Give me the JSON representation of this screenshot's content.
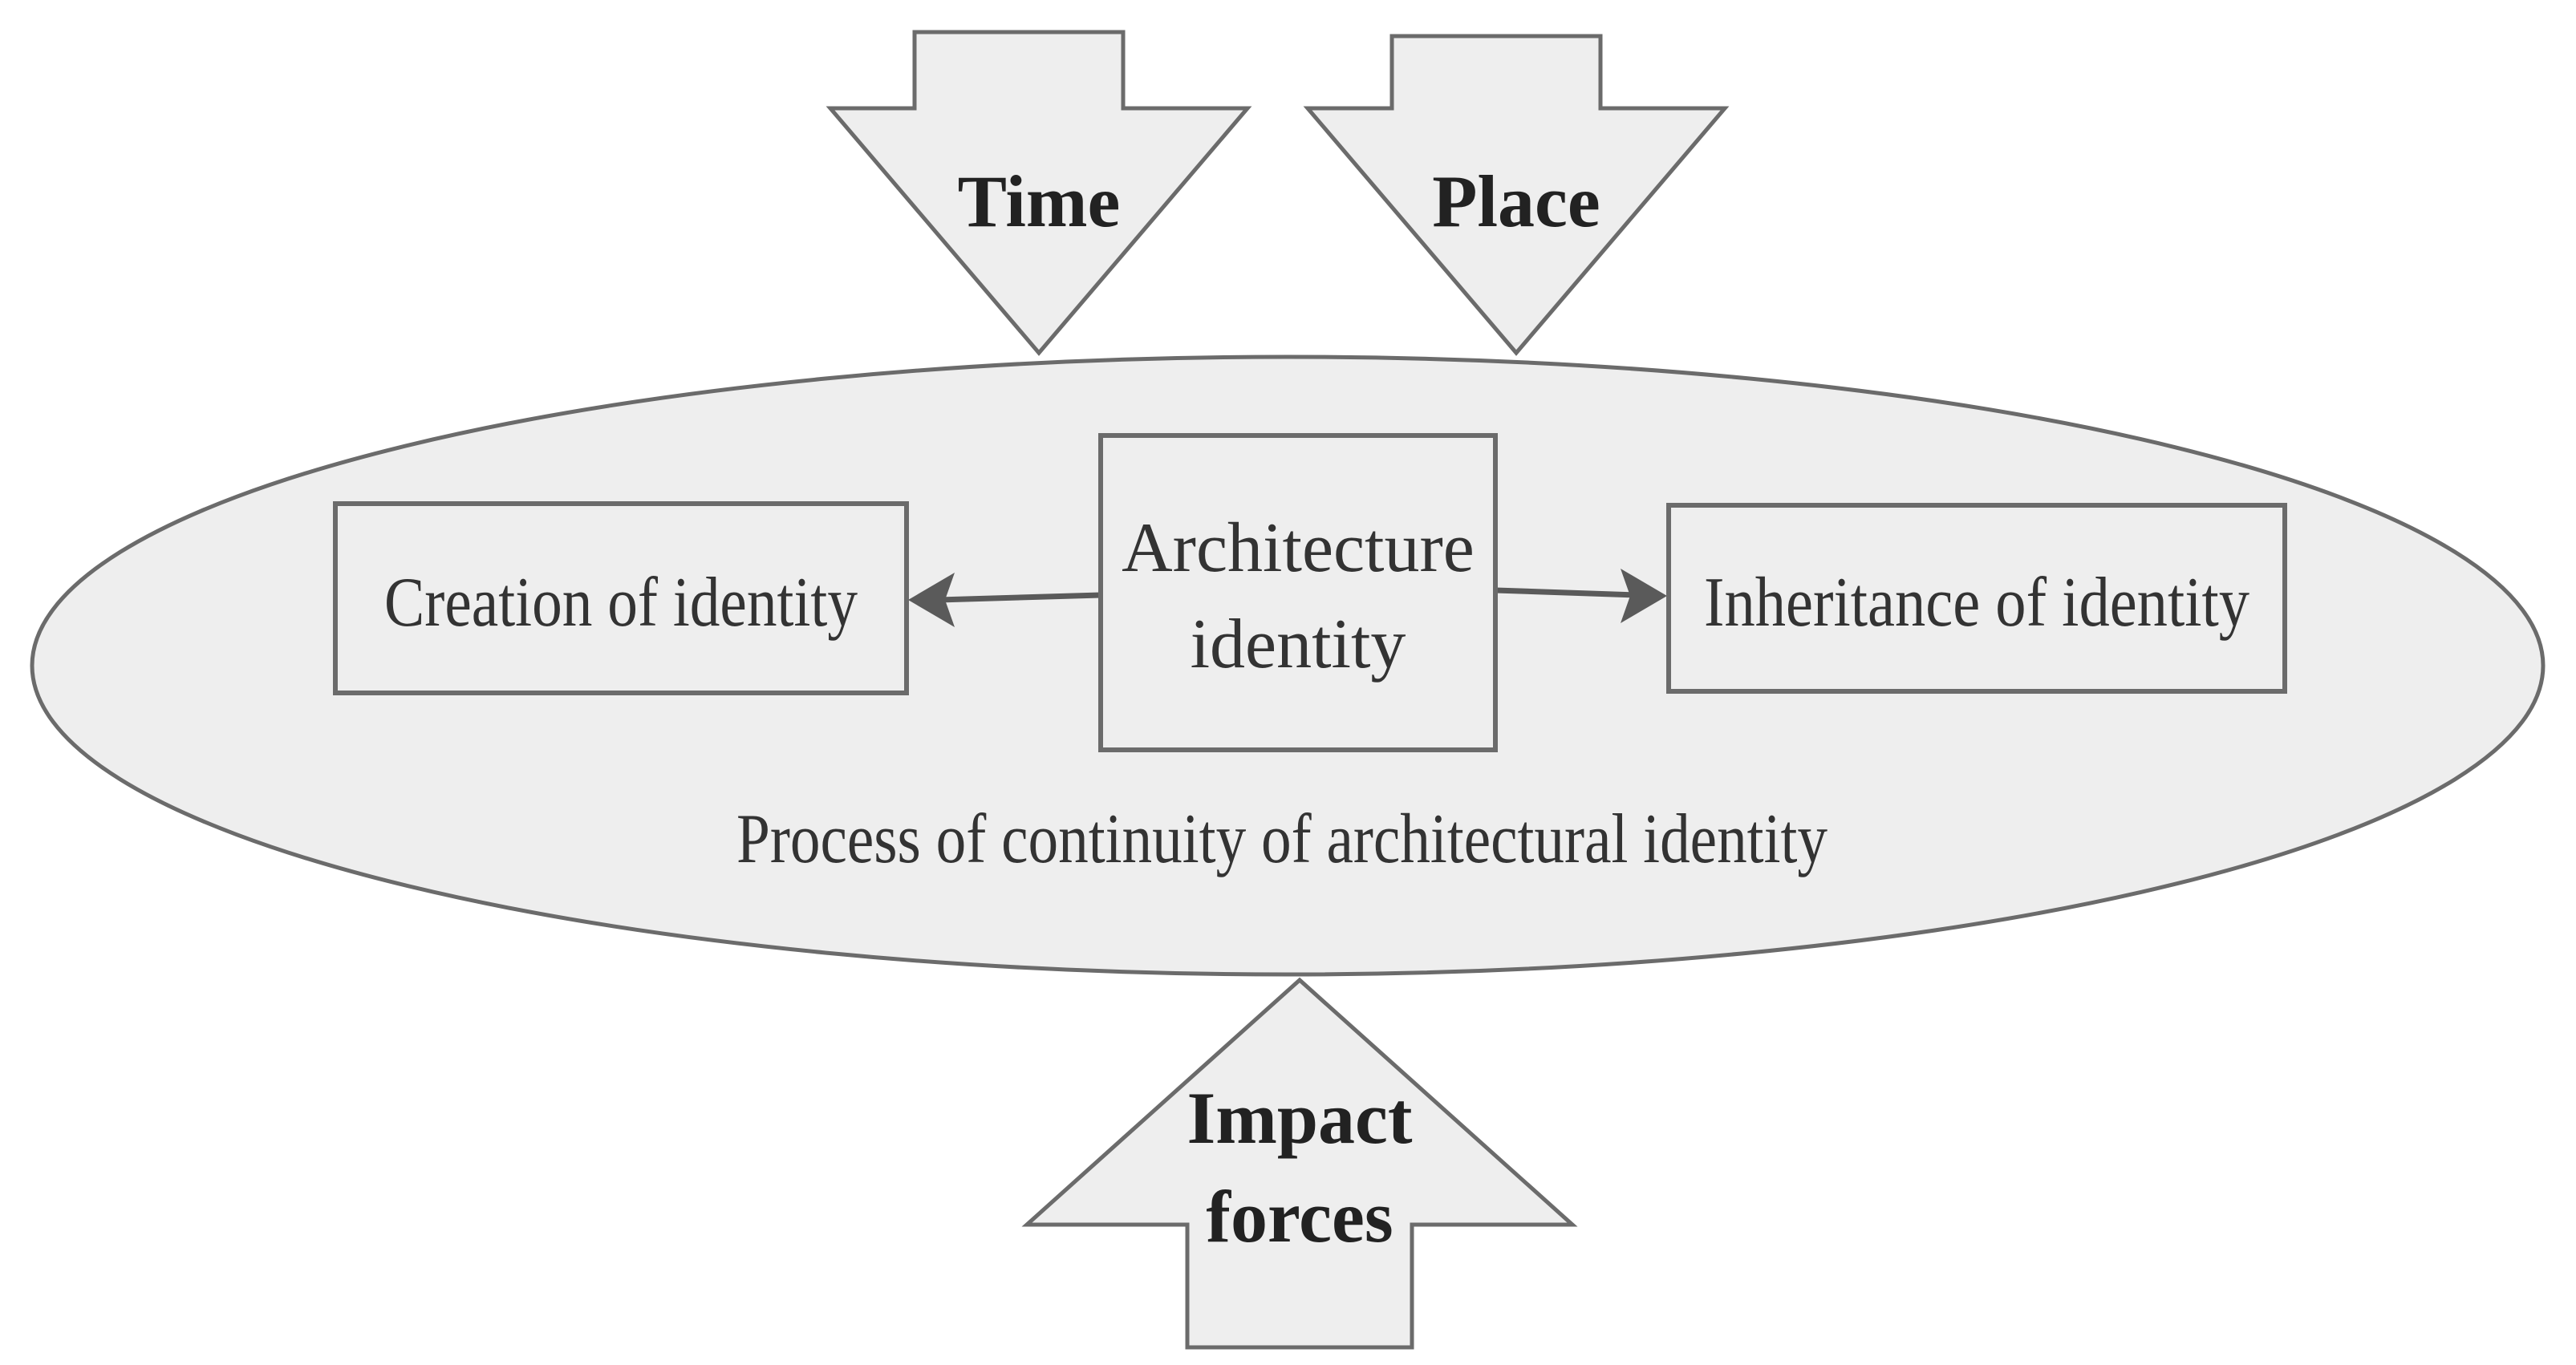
{
  "diagram": {
    "inputs": {
      "time": "Time",
      "place": "Place",
      "impact_line1": "Impact",
      "impact_line2": "forces"
    },
    "center": {
      "line1": "Architecture",
      "line2": "identity"
    },
    "left_box": "Creation of identity",
    "right_box": "Inheritance of identity",
    "process_label": "Process of continuity of architectural identity"
  }
}
